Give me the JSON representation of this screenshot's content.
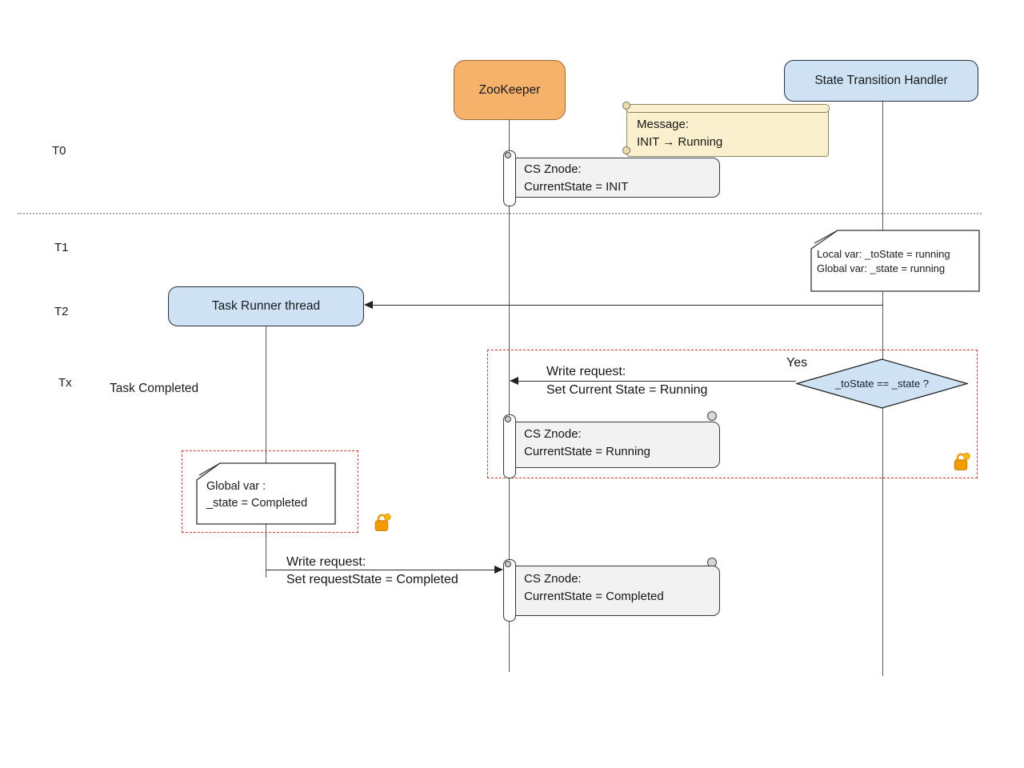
{
  "colors": {
    "actor_orange": "#F6B26B",
    "actor_blue": "#CFE2F3",
    "note_yellow": "#FBF0CE",
    "note_gray": "#F2F2F2",
    "dashed_red": "#CC3B33",
    "separator_gray": "#AAAAAA"
  },
  "actors": {
    "zookeeper": "ZooKeeper",
    "handler": "State Transition Handler",
    "task_runner": "Task Runner thread"
  },
  "timeline": {
    "t0": "T0",
    "t1": "T1",
    "t2": "T2",
    "tx": "Tx"
  },
  "labels": {
    "task_completed": "Task Completed",
    "yes": "Yes"
  },
  "notes": {
    "message": {
      "line1": "Message:",
      "line2": "INIT → Running"
    },
    "znode_init": {
      "line1": "CS Znode:",
      "line2": "CurrentState = INIT"
    },
    "handler_vars": {
      "line1": "Local var: _toState = running",
      "line2": "Global var: _state = running"
    },
    "znode_running": {
      "line1": "CS Znode:",
      "line2": "CurrentState = Running"
    },
    "global_var": {
      "line1": "Global var :",
      "line2": "_state = Completed"
    },
    "znode_completed": {
      "line1": "CS Znode:",
      "line2": "CurrentState = Completed"
    }
  },
  "messages": {
    "write_running": {
      "line1": "Write request:",
      "line2": "Set Current State = Running"
    },
    "write_completed": {
      "line1": "Write request:",
      "line2": "Set requestState = Completed"
    }
  },
  "decision": {
    "condition": "_toState == _state ?"
  }
}
